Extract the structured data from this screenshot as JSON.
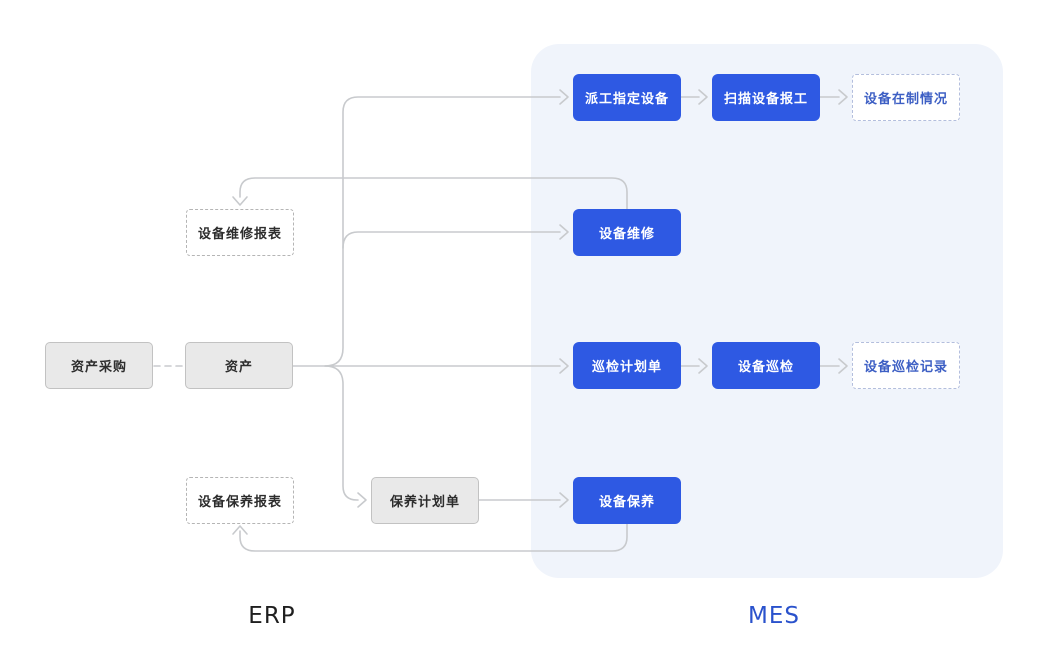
{
  "legend": {
    "erp": "ERP",
    "mes": "MES"
  },
  "colors": {
    "mes_panel_bg": "#f0f4fb",
    "primary_blue": "#2e59e3",
    "erp_box_bg": "#e9e9e9",
    "erp_box_border": "#c2c2c2",
    "dashed_gray_border": "#b5b5b5",
    "dashed_blue_border": "#b3bedd",
    "dashed_blue_text": "#3d5fc4",
    "connector_gray": "#c8cacd",
    "mes_label_blue": "#2a52cc"
  },
  "nodes": {
    "asset_purchase": {
      "label": "资产采购",
      "system": "ERP",
      "style": "gray-solid"
    },
    "asset": {
      "label": "资产",
      "system": "ERP",
      "style": "gray-solid"
    },
    "repair_report": {
      "label": "设备维修报表",
      "system": "ERP",
      "style": "dashed-gray"
    },
    "maintenance_report": {
      "label": "设备保养报表",
      "system": "ERP",
      "style": "dashed-gray"
    },
    "maintenance_plan": {
      "label": "保养计划单",
      "system": "ERP",
      "style": "gray-solid"
    },
    "dispatch_equipment": {
      "label": "派工指定设备",
      "system": "MES",
      "style": "blue-solid"
    },
    "scan_equipment_report": {
      "label": "扫描设备报工",
      "system": "MES",
      "style": "blue-solid"
    },
    "equipment_wip_status": {
      "label": "设备在制情况",
      "system": "MES",
      "style": "dashed-blue"
    },
    "equipment_repair": {
      "label": "设备维修",
      "system": "MES",
      "style": "blue-solid"
    },
    "inspection_plan": {
      "label": "巡检计划单",
      "system": "MES",
      "style": "blue-solid"
    },
    "equipment_inspection": {
      "label": "设备巡检",
      "system": "MES",
      "style": "blue-solid"
    },
    "inspection_record": {
      "label": "设备巡检记录",
      "system": "MES",
      "style": "dashed-blue"
    },
    "equipment_maintenance": {
      "label": "设备保养",
      "system": "MES",
      "style": "blue-solid"
    }
  },
  "edges": [
    {
      "from": "asset_purchase",
      "to": "asset",
      "style": "dashed"
    },
    {
      "from": "asset",
      "to": "dispatch_equipment",
      "style": "solid"
    },
    {
      "from": "asset",
      "to": "equipment_repair",
      "style": "solid"
    },
    {
      "from": "asset",
      "to": "inspection_plan",
      "style": "solid"
    },
    {
      "from": "asset",
      "to": "maintenance_plan",
      "style": "solid"
    },
    {
      "from": "dispatch_equipment",
      "to": "scan_equipment_report",
      "style": "solid"
    },
    {
      "from": "scan_equipment_report",
      "to": "equipment_wip_status",
      "style": "solid"
    },
    {
      "from": "inspection_plan",
      "to": "equipment_inspection",
      "style": "solid"
    },
    {
      "from": "equipment_inspection",
      "to": "inspection_record",
      "style": "solid"
    },
    {
      "from": "maintenance_plan",
      "to": "equipment_maintenance",
      "style": "solid"
    },
    {
      "from": "equipment_repair",
      "to": "repair_report",
      "style": "solid"
    },
    {
      "from": "equipment_maintenance",
      "to": "maintenance_report",
      "style": "solid"
    }
  ]
}
